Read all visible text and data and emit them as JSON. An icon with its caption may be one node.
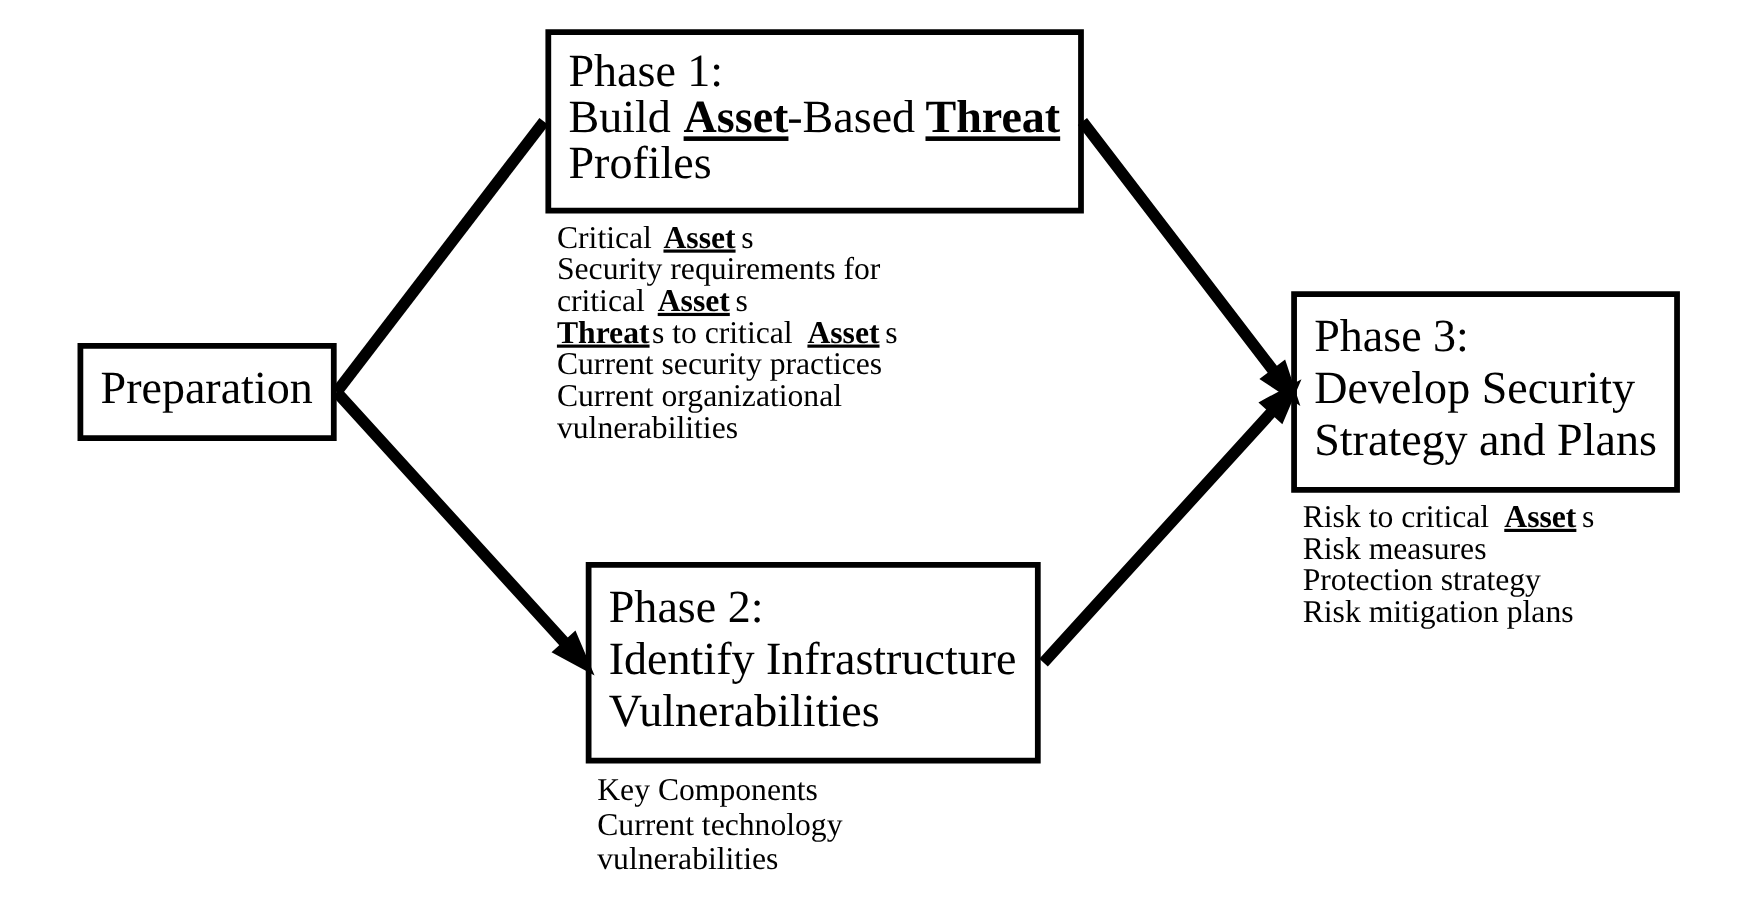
{
  "diagram": {
    "nodes": [
      {
        "text": [
          "Preparation"
        ]
      },
      {
        "text": [
          "Phase 1:",
          "Build **Asset**-Based **Threat** Profiles"
        ],
        "beside": [
          "Critical **Asset**s",
          "Security requirements for critical **Asset**s",
          "**Threat**s to critical **Asset**s",
          "Current security practices",
          "Current organizational vulnerabilities"
        ]
      },
      {
        "text": [
          "Phase 2:",
          "Identify Infrastructure Vulnerabilities"
        ],
        "beside": [
          "Key Components",
          "Current technology vulnerabilities"
        ]
      },
      {
        "text": [
          "Phase 3:",
          "Develop Security Strategy and Plans"
        ],
        "beside": [
          "Risk to critical **Asset**s",
          "Risk measures",
          "Protection strategy",
          "Risk mitigation plans"
        ]
      }
    ],
    "edges": [
      {
        "from": 0,
        "to": 1,
        "arrow": "none"
      },
      {
        "from": 0,
        "to": 2,
        "arrow": "to"
      },
      {
        "from": 1,
        "to": 3,
        "arrow": "to"
      },
      {
        "from": 2,
        "to": 3,
        "arrow": "to"
      }
    ]
  }
}
